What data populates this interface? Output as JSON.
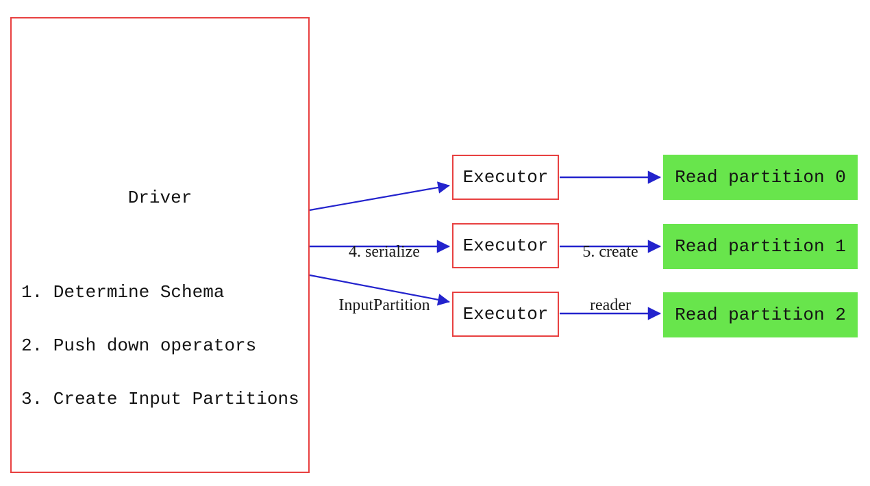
{
  "diagram": {
    "title_hint": "Spark data source v2 read path",
    "driver": {
      "title": "Driver",
      "step_1": "1. Determine Schema",
      "step_2": "2. Push down operators",
      "step_3": "3. Create Input Partitions"
    },
    "executors": [
      {
        "label": "Executor"
      },
      {
        "label": "Executor"
      },
      {
        "label": "Executor"
      }
    ],
    "partitions": [
      {
        "label": "Read partition 0"
      },
      {
        "label": "Read partition 1"
      },
      {
        "label": "Read partition 2"
      }
    ],
    "edge_labels": {
      "serialize": {
        "line1": "4. serialize",
        "line2": "InputPartition"
      },
      "create_reader": {
        "line1": "5. create",
        "line2": "reader"
      }
    },
    "colors": {
      "box_border_red": "#e84040",
      "arrow_blue": "#2323cd",
      "partition_green": "#68e54c",
      "text": "#141414",
      "background": "#ffffff"
    }
  }
}
